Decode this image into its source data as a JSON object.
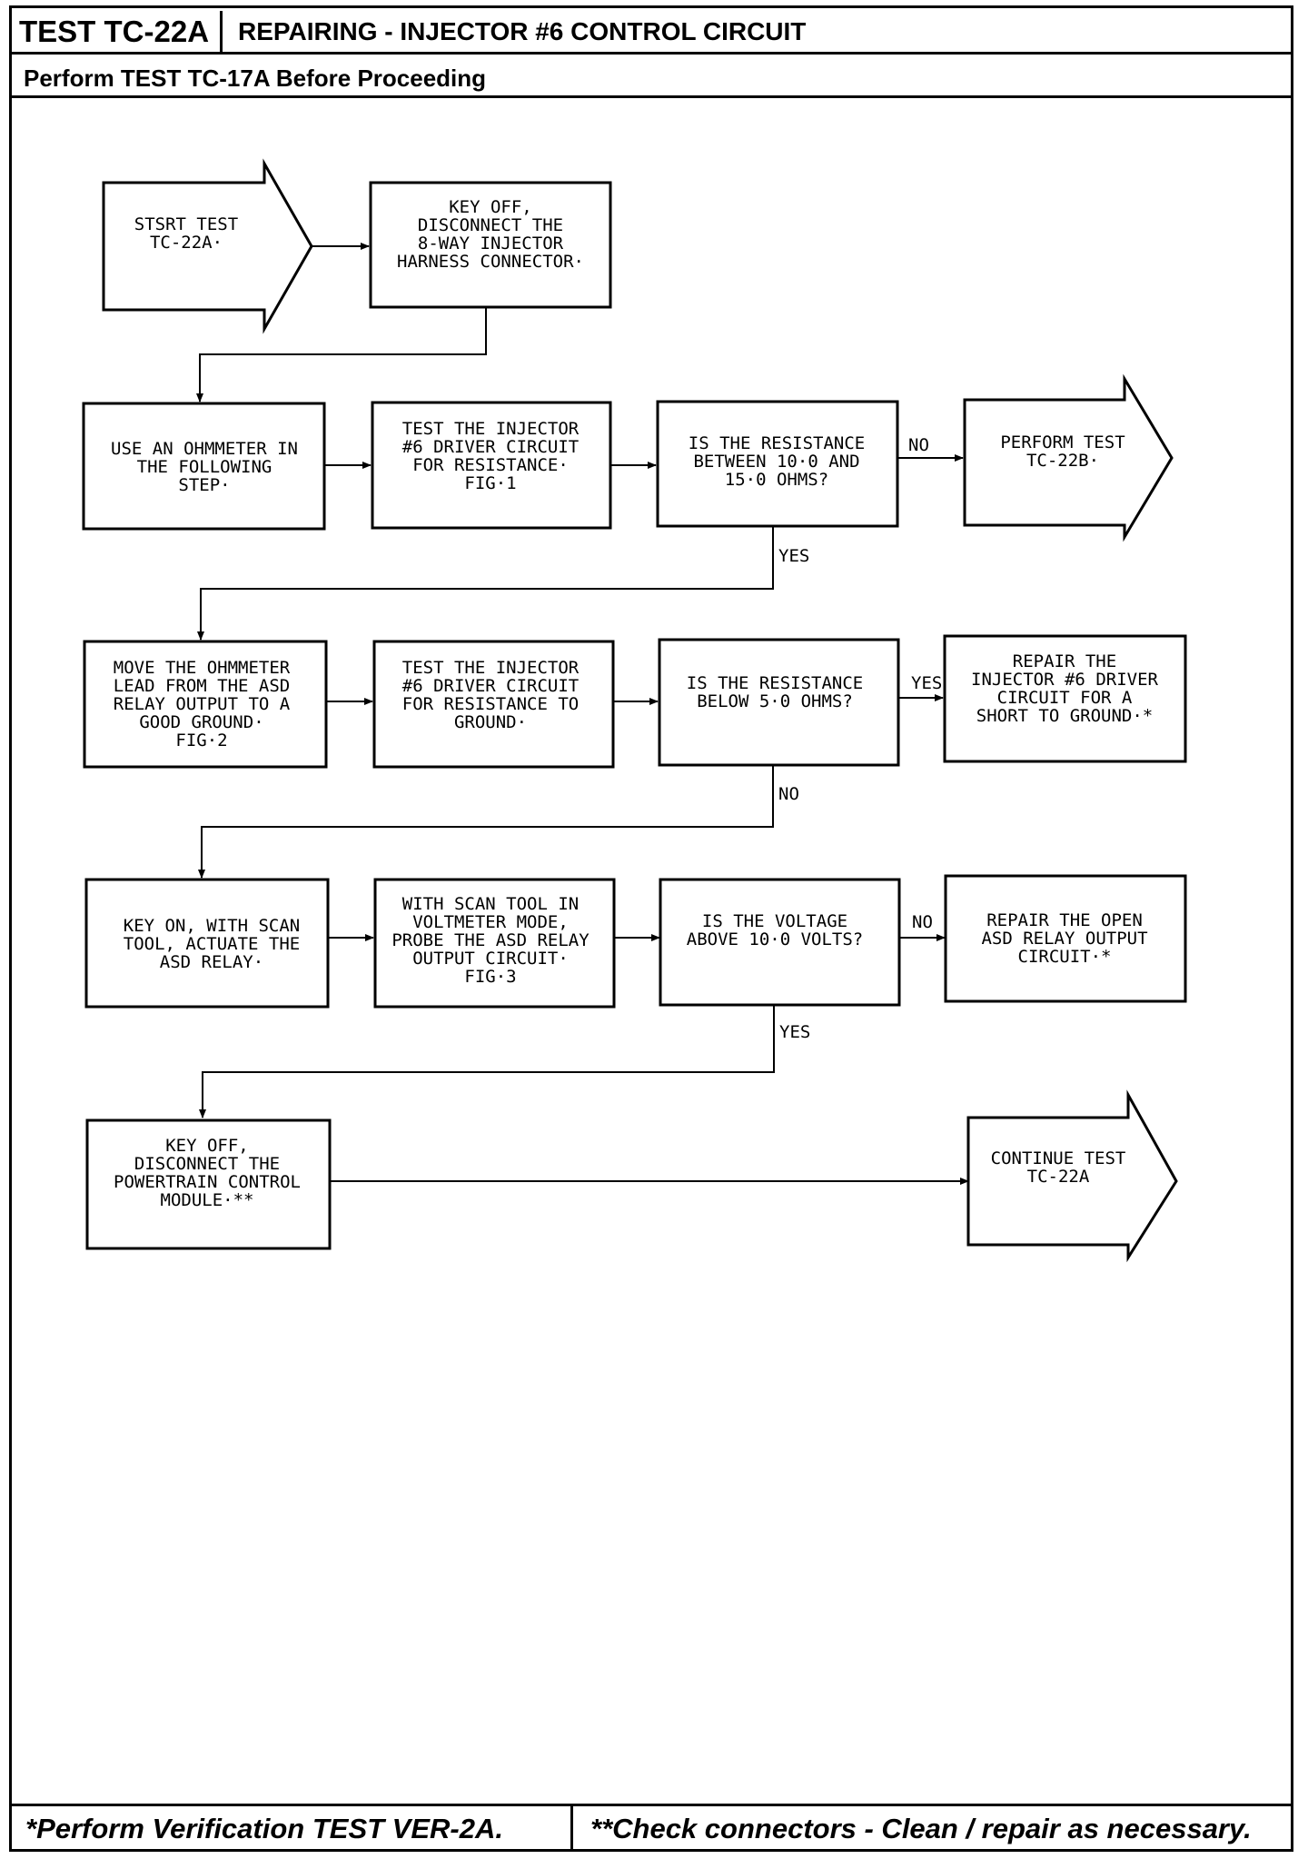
{
  "header": {
    "test_id": "TEST TC-22A",
    "title": "REPAIRING - INJECTOR #6 CONTROL CIRCUIT",
    "prerequisite": "Perform TEST TC-17A Before Proceeding"
  },
  "flowchart": {
    "start": [
      "STSRT TEST",
      "TC-22A·"
    ],
    "key_off_disconnect": [
      "KEY OFF,",
      "DISCONNECT THE",
      "8-WAY INJECTOR",
      "HARNESS CONNECTOR·"
    ],
    "use_ohmmeter": [
      "USE AN OHMMETER IN",
      "THE FOLLOWING",
      "STEP·"
    ],
    "test_resistance": [
      "TEST THE INJECTOR",
      "#6 DRIVER CIRCUIT",
      "FOR RESISTANCE·",
      "",
      "FIG·1"
    ],
    "q_resistance_range": [
      "IS THE RESISTANCE",
      "BETWEEN 10·0 AND",
      "15·0 OHMS?"
    ],
    "perform_tc22b": [
      "PERFORM TEST",
      "TC-22B·"
    ],
    "move_lead": [
      "MOVE THE OHMMETER",
      "LEAD FROM THE ASD",
      "RELAY OUTPUT TO A",
      "GOOD GROUND·",
      "FIG·2"
    ],
    "test_to_ground": [
      "TEST THE INJECTOR",
      "#6 DRIVER CIRCUIT",
      "FOR RESISTANCE TO",
      "GROUND·"
    ],
    "q_below_5": [
      "IS THE RESISTANCE",
      "BELOW 5·0 OHMS?"
    ],
    "repair_short": [
      "REPAIR THE",
      "INJECTOR #6 DRIVER",
      "CIRCUIT FOR A",
      "SHORT TO GROUND·*"
    ],
    "key_on_scan": [
      "KEY ON, WITH SCAN",
      "TOOL, ACTUATE THE",
      "ASD RELAY·"
    ],
    "probe_relay": [
      "WITH SCAN TOOL IN",
      "VOLTMETER MODE,",
      "PROBE THE ASD RELAY",
      "OUTPUT CIRCUIT·",
      "FIG·3"
    ],
    "q_voltage": [
      "IS THE VOLTAGE",
      "ABOVE 10·0 VOLTS?"
    ],
    "repair_open": [
      "REPAIR THE OPEN",
      "ASD RELAY OUTPUT",
      "CIRCUIT·*"
    ],
    "key_off_pcm": [
      "KEY OFF,",
      "DISCONNECT THE",
      "POWERTRAIN CONTROL",
      "MODULE·**"
    ],
    "continue": [
      "CONTINUE TEST",
      "TC-22A"
    ],
    "labels": {
      "no1": "NO",
      "yes1": "YES",
      "yes2": "YES",
      "no2": "NO",
      "no3": "NO",
      "yes3": "YES"
    }
  },
  "footer": {
    "note1": "*Perform Verification TEST VER-2A.",
    "note2": "**Check connectors - Clean / repair as necessary."
  }
}
